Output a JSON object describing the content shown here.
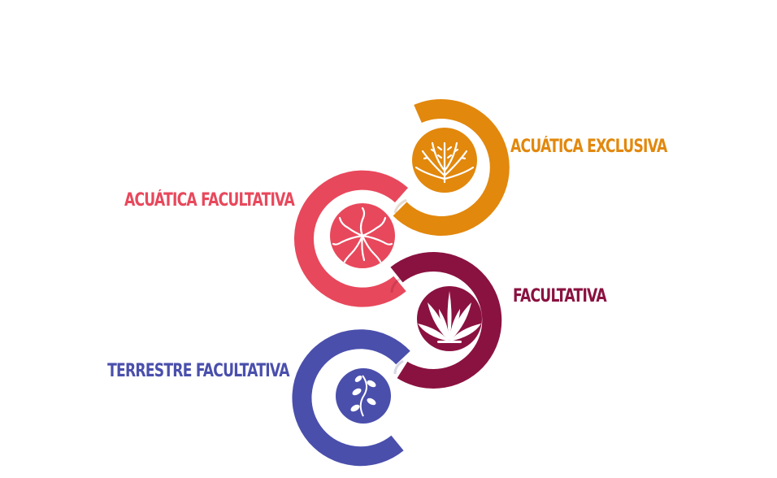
{
  "steps": [
    {
      "label": "ACUÁTICA EXCLUSIVA",
      "color": "#e2880d",
      "icon": "aquatic-plant-icon"
    },
    {
      "label": "ACUÁTICA FACULTATIVA",
      "color": "#e8485c",
      "icon": "seaweed-icon"
    },
    {
      "label": "FACULTATIVA",
      "color": "#8a1240",
      "icon": "leafy-plant-icon"
    },
    {
      "label": "TERRESTRE FACULTATIVA",
      "color": "#4a4fac",
      "icon": "vine-plant-icon"
    }
  ]
}
